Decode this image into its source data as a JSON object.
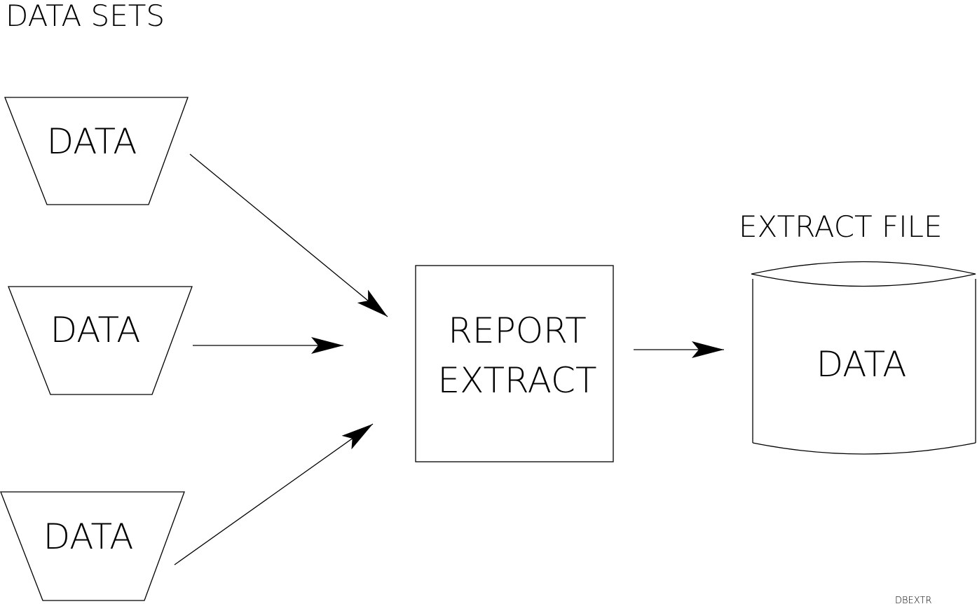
{
  "title": "DATA SETS",
  "data_sets": [
    {
      "label": "DATA"
    },
    {
      "label": "DATA"
    },
    {
      "label": "DATA"
    }
  ],
  "process": {
    "line1": "REPORT",
    "line2": "EXTRACT"
  },
  "output": {
    "title": "EXTRACT FILE",
    "label": "DATA"
  },
  "figure_id": "DBEXTR",
  "colors": {
    "stroke": "#000000",
    "background": "#ffffff"
  }
}
